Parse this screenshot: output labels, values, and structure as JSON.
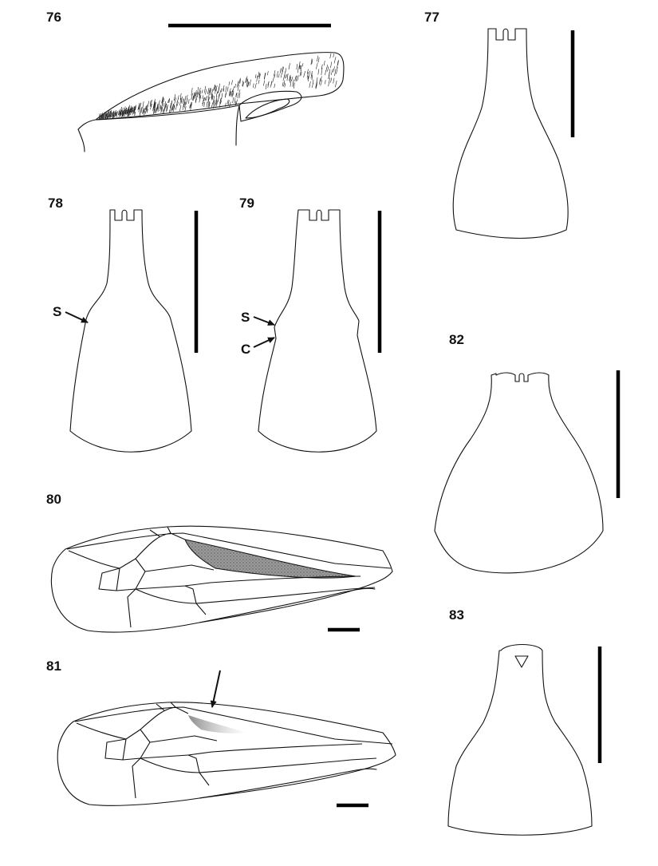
{
  "plate": {
    "figures": [
      {
        "id": "76",
        "label": "76",
        "kind": "appendage"
      },
      {
        "id": "77",
        "label": "77",
        "kind": "plate-outline"
      },
      {
        "id": "78",
        "label": "78",
        "kind": "plate-outline",
        "annotations": [
          "S"
        ]
      },
      {
        "id": "79",
        "label": "79",
        "kind": "plate-outline",
        "annotations": [
          "S",
          "C"
        ]
      },
      {
        "id": "80",
        "label": "80",
        "kind": "wing"
      },
      {
        "id": "81",
        "label": "81",
        "kind": "wing"
      },
      {
        "id": "82",
        "label": "82",
        "kind": "plate-outline"
      },
      {
        "id": "83",
        "label": "83",
        "kind": "plate-outline"
      }
    ],
    "annotations": {
      "s78": "S",
      "s79": "S",
      "c79": "C"
    },
    "colors": {
      "ink": "#111111",
      "shading": "#8a8a8a",
      "background": "#ffffff"
    }
  }
}
